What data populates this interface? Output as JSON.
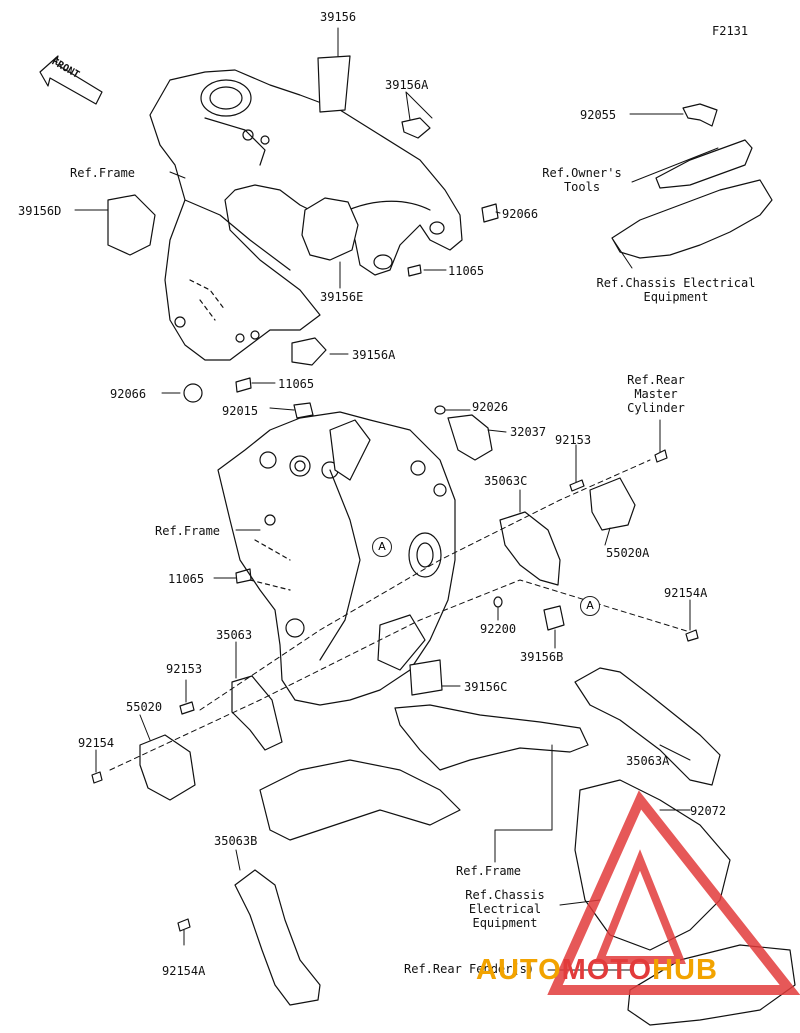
{
  "figure_code": "F2131",
  "front_label": "FRONT",
  "callout_letter": "A",
  "parts": {
    "p39156": "39156",
    "p39156A_top": "39156A",
    "p92055": "92055",
    "ref_owners_tools": "Ref.Owner's\nTools",
    "ref_frame_top": "Ref.Frame",
    "p39156D": "39156D",
    "p92066_right": "92066",
    "p11065_top": "11065",
    "ref_chassis_electrical_top": "Ref.Chassis Electrical\nEquipment",
    "p39156E": "39156E",
    "p39156A_mid": "39156A",
    "p11065_mid": "11065",
    "p92066_left": "92066",
    "ref_rear_master_cylinder": "Ref.Rear\nMaster\nCylinder",
    "p92015": "92015",
    "p92026": "92026",
    "p32037": "32037",
    "p92153_right": "92153",
    "p35063C": "35063C",
    "ref_frame_mid": "Ref.Frame",
    "p55020A": "55020A",
    "p11065_low": "11065",
    "p92154A_right": "92154A",
    "p92200": "92200",
    "p39156B": "39156B",
    "p35063": "35063",
    "p92153_left": "92153",
    "p39156C": "39156C",
    "p55020": "55020",
    "p92154": "92154",
    "p35063A": "35063A",
    "p92072": "92072",
    "p35063B": "35063B",
    "ref_frame_bottom": "Ref.Frame",
    "ref_chassis_electrical_bottom": "Ref.Chassis\nElectrical\nEquipment",
    "ref_rear_fenders": "Ref.Rear Fender(s)",
    "p92154A_left": "92154A"
  },
  "watermark": {
    "text_auto": "AUTO",
    "text_moto": "MOTO",
    "text_hub": "HUB",
    "color_red": "#e23b3b",
    "color_gold": "#f2a300"
  }
}
